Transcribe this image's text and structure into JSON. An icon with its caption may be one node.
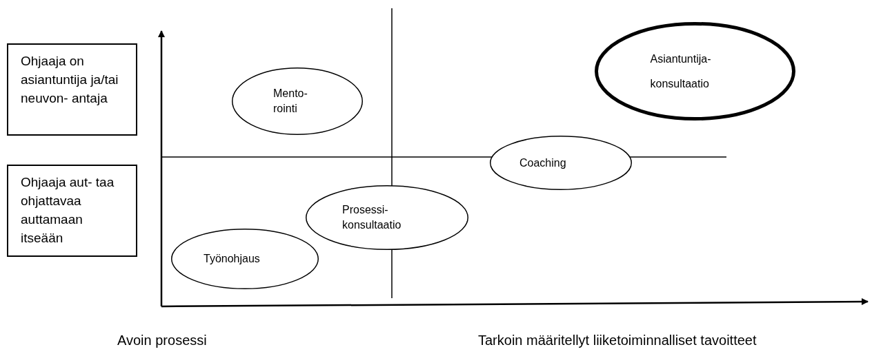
{
  "diagram": {
    "nodes": [
      {
        "text": [
          "Ohjaaja on asiantuntija ja/tai neuvon- antaja"
        ]
      },
      {
        "text": [
          "Ohjaaja aut- taa ohjattavaa auttamaan itseään"
        ]
      },
      {
        "text": [
          "Mento- rointi"
        ]
      },
      {
        "text": [
          "Asiantuntija- konsultaatio"
        ]
      },
      {
        "text": [
          "Coaching"
        ]
      },
      {
        "text": [
          "Prosessi- konsultaatio"
        ]
      },
      {
        "text": [
          "Työnohjaus"
        ]
      }
    ],
    "labels": [
      "Avoin prosessi",
      "Tarkoin määritellyt liiketoiminnalliset tavoitteet"
    ]
  }
}
